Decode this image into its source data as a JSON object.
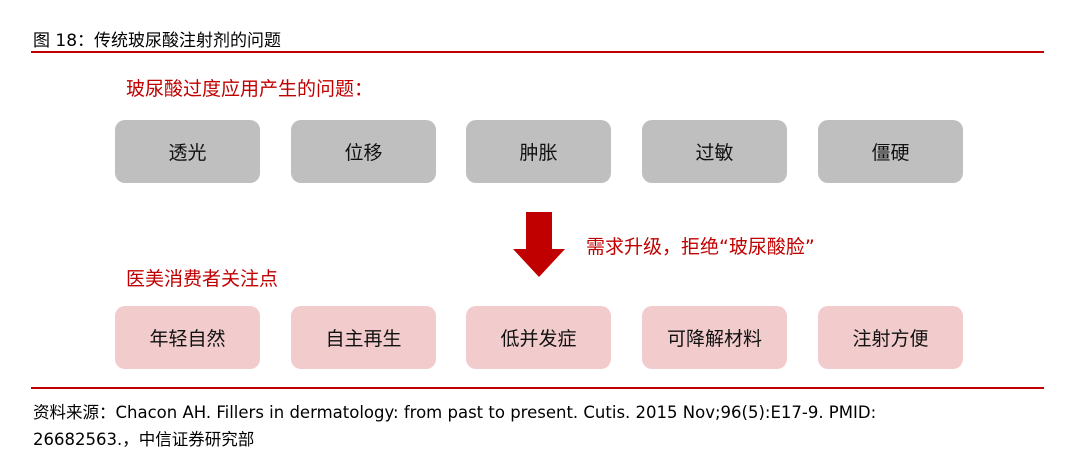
{
  "title": "图 18：传统玻尿酸注射剂的问题",
  "problems_heading": "玻尿酸过度应用产生的问题：",
  "problems": [
    "透光",
    "位移",
    "肿胀",
    "过敏",
    "僵硬"
  ],
  "arrow_label": "需求升级，拒绝“玻尿酸脸”",
  "focus_heading": "医美消费者关注点",
  "focus": [
    "年轻自然",
    "自主再生",
    "低并发症",
    "可降解材料",
    "注射方便"
  ],
  "source_line1": "资料来源：Chacon AH. Fillers in dermatology: from past to present. Cutis. 2015 Nov;96(5):E17-9. PMID:",
  "source_line2": "26682563.，中信证券研究部",
  "colors": {
    "accent": "#c00000",
    "problem_box": "#bfbfbf",
    "focus_box": "#f2cccc"
  }
}
